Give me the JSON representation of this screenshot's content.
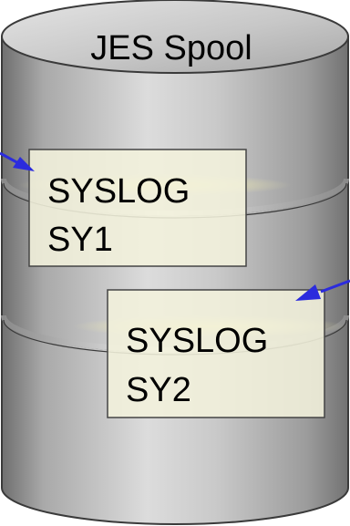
{
  "diagram": {
    "title": "JES Spool",
    "boxes": [
      {
        "id": "sy1",
        "line1": "SYSLOG",
        "line2": "SY1"
      },
      {
        "id": "sy2",
        "line1": "SYSLOG",
        "line2": "SY2"
      }
    ]
  },
  "colors": {
    "disk_light": "#d8d8d8",
    "disk_mid": "#9a9a9a",
    "disk_dark": "#6e6e6e",
    "disk_outline": "#3a3a3a",
    "box_fill": "#f3f1dc",
    "box_border": "#444444",
    "arrow": "#2b2bdd",
    "glow": "#f4efb0"
  }
}
